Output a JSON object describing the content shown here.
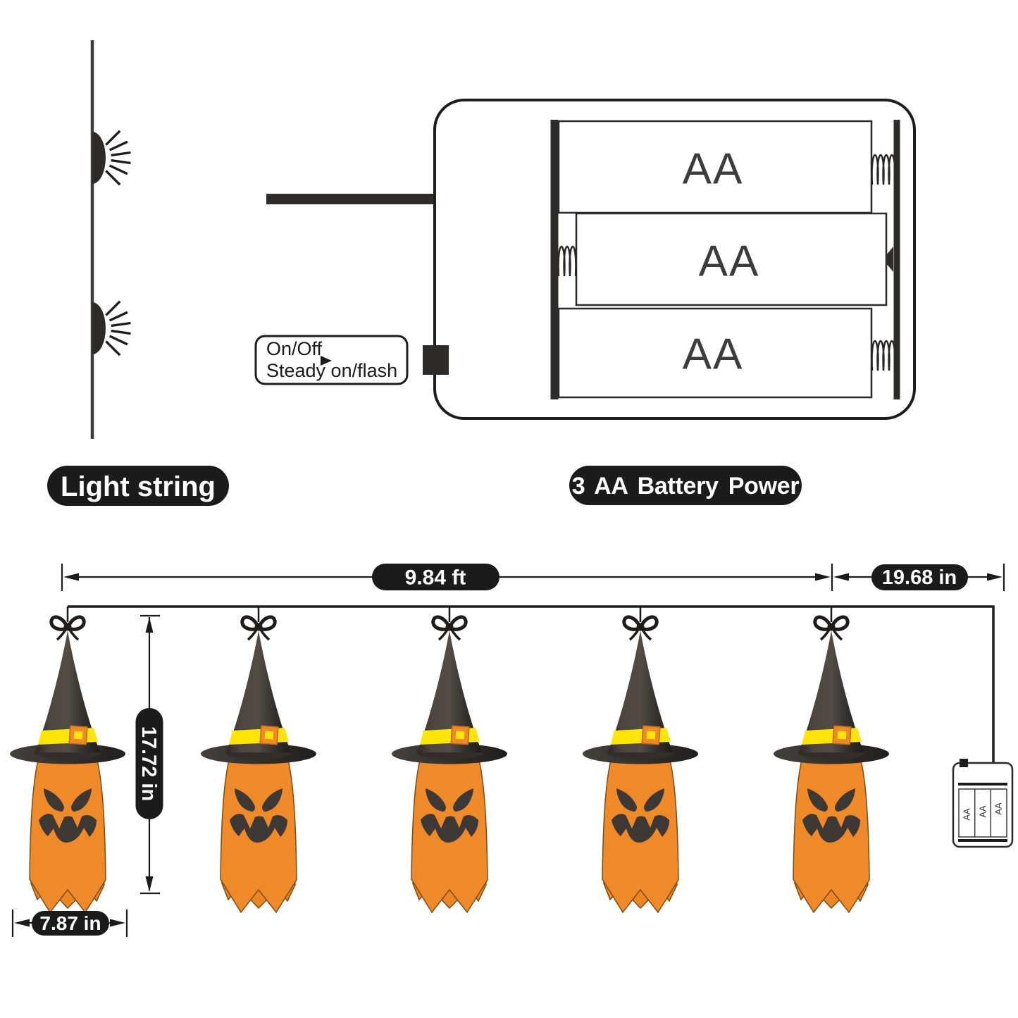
{
  "diagram": {
    "light_string": {
      "label": "Light string",
      "bulb_count": 2
    },
    "battery_box": {
      "label": "3 AA Battery Power",
      "batteries": [
        "AA",
        "AA",
        "AA"
      ],
      "switch_line1": "On/Off",
      "switch_line2": "Steady on/flash"
    },
    "dimensions": {
      "total_length": "9.84 ft",
      "tail_length": "19.68 in",
      "witch_height": "17.72 in",
      "witch_width": "7.87 in"
    },
    "battery_pack": {
      "cells": [
        "AA",
        "AA",
        "AA"
      ]
    },
    "witches": {
      "count": 5
    },
    "colors": {
      "orange": "#EF8A2B",
      "orange_dark": "#E07E1F",
      "yellow": "#FFE40A",
      "hat_dark": "#35303C",
      "ink": "#231F1D",
      "pill": "#1B1B1D"
    }
  }
}
